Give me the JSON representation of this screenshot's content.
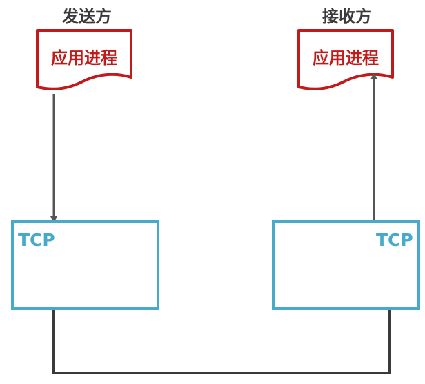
{
  "sender": {
    "title": "发送方",
    "process_label": "应用进程",
    "tcp_label": "TCP"
  },
  "receiver": {
    "title": "接收方",
    "process_label": "应用进程",
    "tcp_label": "TCP"
  },
  "colors": {
    "process_border": "#c01a1a",
    "process_text": "#c01a1a",
    "tcp_border": "#47aacb",
    "tcp_text": "#47aacb",
    "arrow": "#555555",
    "connection_line": "#3a3a3a",
    "title_text": "#3a3a3a"
  }
}
